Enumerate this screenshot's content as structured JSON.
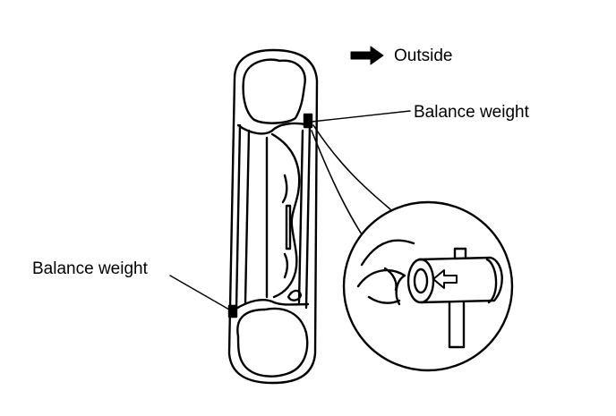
{
  "labels": {
    "outside": "Outside",
    "balance_weight_right": "Balance weight",
    "balance_weight_left": "Balance weight"
  },
  "icons": {
    "direction_arrow": "right-arrow-icon",
    "detail_arrow": "left-arrow-icon"
  },
  "colors": {
    "ink": "#000000",
    "paper": "#ffffff"
  }
}
